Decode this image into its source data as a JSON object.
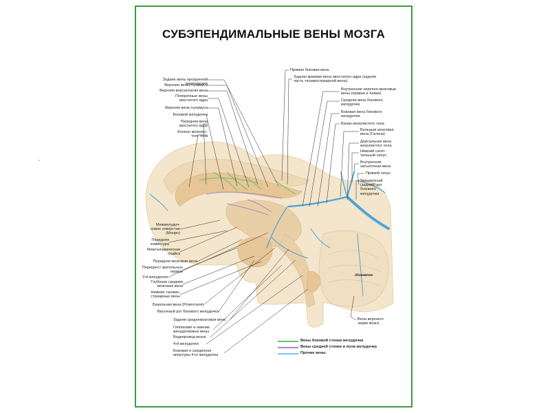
{
  "poster": {
    "title": "СУБЭПЕНДИМАЛЬНЫЕ ВЕНЫ МОЗГА",
    "border_color": "#3d9a3d"
  },
  "labels_left": [
    "Задние вены прозрачной перегородки",
    "Верхние вены таламуса",
    "Верхняя ворсинчатая вена",
    "Поперечные вены\nхвостатого ядра",
    "Верхняя вена таламуса",
    "Боковой желудочек",
    "Передняя вена\nхвостатого ядра",
    "Колено мозолис-\nтого тела",
    "Межжелудоч-\nковое отверстие\n(Монро)",
    "Передняя\nкомиссура",
    "Межталамическая\nспайка",
    "Передняя мозговая вена",
    "Перекрест зрительных\nнервов",
    "3-й желудочек",
    "Глубокая средняя\nмозговая вена",
    "Нижние таламо-\nстриарные вены",
    "Базальная вена (Розенталя)",
    "Височный рог бокового желудочка",
    "Задняя среднемозговая вена",
    "Гиппокамп и нижние\nжелудочковые вены",
    "Водопровод мозга",
    "4-й желудочек",
    "Боковая и срединная\nапертуры 4-го желудочка"
  ],
  "labels_right": [
    "Прямая боковая вена",
    "Задняя краевая вена хвостатого ядра (задняя\nчасть таламостриарной вены)",
    "Внутренние черепно-мозговые\nвены (правая и левая)",
    "Средняя вена бокового\nжелудочка",
    "Боковая вена бокового\nжелудочка",
    "Валик мозолистого тела",
    "Большая мозговая\nвена (Галена)",
    "Дорсальная вена\nмозолистого тела",
    "Нижний сагит-\nтальный синус",
    "Внутренняя\nзатылочная вена",
    "Прямой синус",
    "Затылочный\n(задний) рог\nбокового\nжелудочка",
    "Вена верхнего\nчервя мозга"
  ],
  "label_cerebellum": "Мозжечок",
  "legend": [
    {
      "text": "Вены боковой стенки желудочка",
      "color": "#6cbf73"
    },
    {
      "text": "Вены средней стенки и пола желудочка",
      "color": "#a889c4"
    },
    {
      "text": "Прочие вены",
      "color": "#7fc0e0"
    }
  ],
  "colors": {
    "brain": "#f3e6cc",
    "brain_dark": "#e8d2a9",
    "ventricle": "#e7c99e",
    "vein_blue": "#4fa3d6",
    "leader": "#222222"
  }
}
